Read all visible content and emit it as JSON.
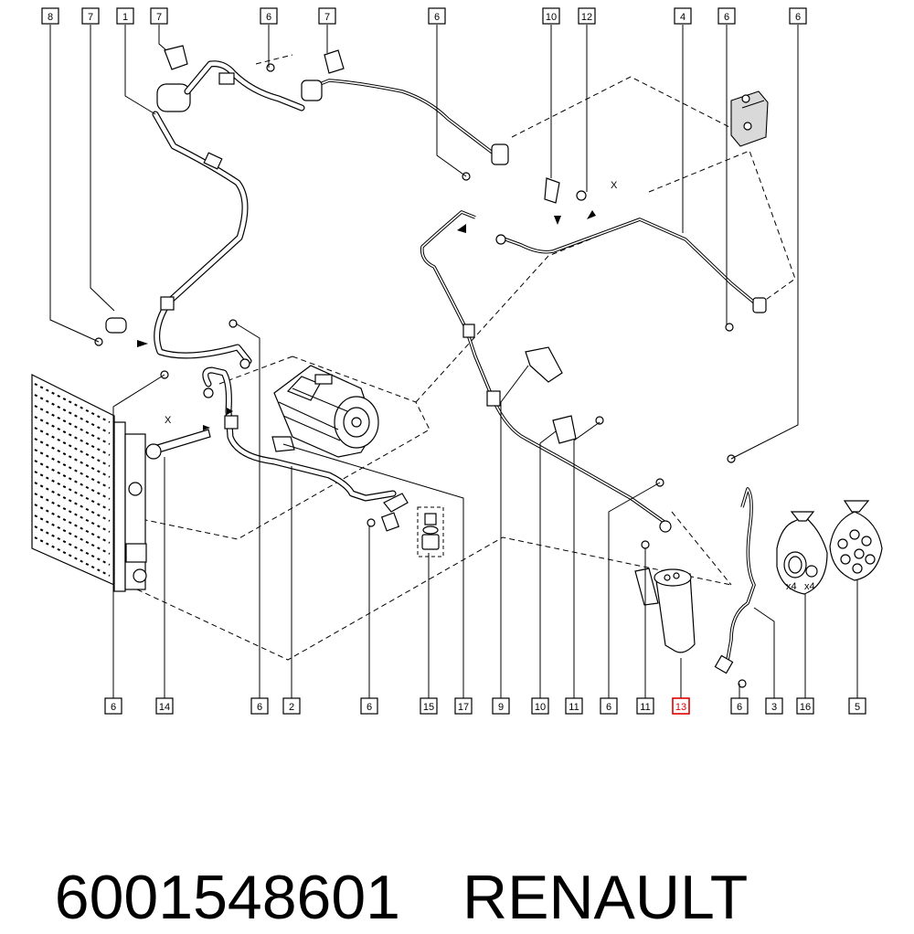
{
  "callouts_top": [
    "8",
    "7",
    "1",
    "7",
    "6",
    "7",
    "6",
    "10",
    "12",
    "4",
    "6",
    "6"
  ],
  "callouts_bottom": [
    "6",
    "14",
    "6",
    "2",
    "6",
    "15",
    "17",
    "9",
    "10",
    "11",
    "6",
    "11",
    "13",
    "6",
    "3",
    "16",
    "5"
  ],
  "highlighted_callout": "13",
  "axis_marks": [
    "X",
    "X"
  ],
  "quantity_labels": [
    "x4",
    "x4"
  ],
  "part_number": "6001548601",
  "brand": "RENAULT",
  "colors": {
    "line": "#000000",
    "highlight": "#e00000",
    "background": "#ffffff"
  }
}
